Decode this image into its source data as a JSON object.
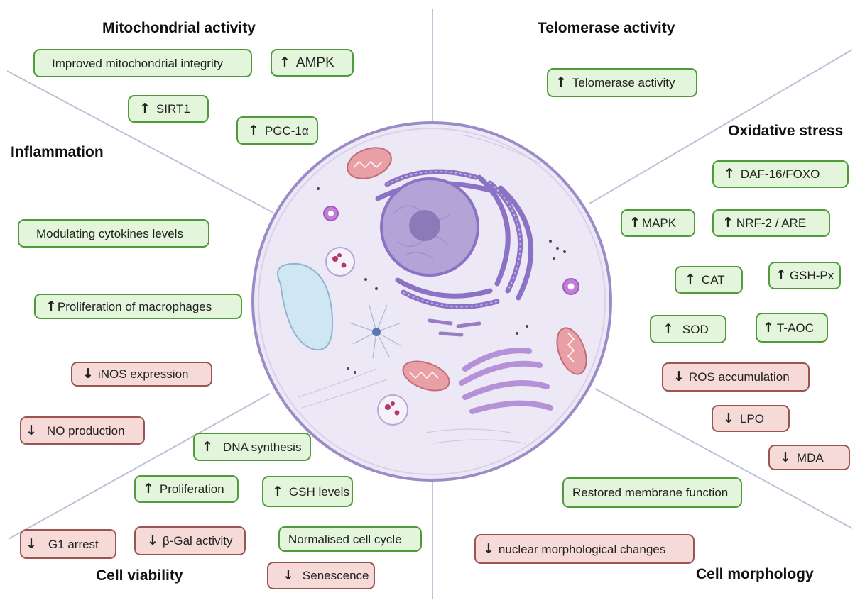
{
  "colors": {
    "positive_fill": "#e3f5da",
    "positive_border": "#4f9a3b",
    "negative_fill": "#f5dad8",
    "negative_border": "#9b5450",
    "cell_fill": "#ece8f5",
    "cell_border": "#9b8cc8",
    "divider": "#b9c4d8"
  },
  "icons": {
    "up": "up-arrow-icon",
    "down": "down-arrow-icon",
    "center": "cell-illustration"
  },
  "headings": {
    "mitochondrial": "Mitochondrial activity",
    "telomerase": "Telomerase activity",
    "inflammation": "Inflammation",
    "oxidative": "Oxidative stress",
    "viability": "Cell viability",
    "morphology": "Cell morphology"
  },
  "boxes": {
    "mito_integrity": {
      "arrow": "",
      "label": "Improved  mitochondrial integrity"
    },
    "ampk": {
      "arrow": "↑",
      "label": "AMPK"
    },
    "sirt1": {
      "arrow": "↑",
      "label": "SIRT1"
    },
    "pgc1a": {
      "arrow": "↑",
      "label": "PGC-1α"
    },
    "telomerase_act": {
      "arrow": "↑",
      "label": "Telomerase activity"
    },
    "daf16": {
      "arrow": "↑",
      "label": "DAF-16/FOXO"
    },
    "mapk": {
      "arrow": "↑",
      "label": "MAPK"
    },
    "nrf2": {
      "arrow": "↑",
      "label": "NRF-2 / ARE"
    },
    "cat": {
      "arrow": "↑",
      "label": "CAT"
    },
    "gshpx": {
      "arrow": "↑",
      "label": "GSH-Px"
    },
    "sod": {
      "arrow": "↑",
      "label": "SOD"
    },
    "taoc": {
      "arrow": "↑",
      "label": "T-AOC"
    },
    "ros": {
      "arrow": "↓",
      "label": "ROS accumulation"
    },
    "lpo": {
      "arrow": "↓",
      "label": "LPO"
    },
    "mda": {
      "arrow": "↓",
      "label": "MDA"
    },
    "cytokines": {
      "arrow": "",
      "label": "Modulating cytokines levels"
    },
    "macrophages": {
      "arrow": "↑",
      "label": "Proliferation of macrophages"
    },
    "inos": {
      "arrow": "↓",
      "label": "iNOS expression"
    },
    "no_prod": {
      "arrow": "↓",
      "label": "NO production"
    },
    "dna_synth": {
      "arrow": "↑",
      "label": "DNA synthesis"
    },
    "prolif": {
      "arrow": "↑",
      "label": "Proliferation"
    },
    "gsh": {
      "arrow": "↑",
      "label": "GSH levels"
    },
    "g1": {
      "arrow": "↓",
      "label": "G1 arrest"
    },
    "bgal": {
      "arrow": "↓",
      "label": "β-Gal activity"
    },
    "cell_cycle": {
      "arrow": "",
      "label": "Normalised cell cycle"
    },
    "senescence": {
      "arrow": "↓",
      "label": "Senescence"
    },
    "membrane": {
      "arrow": "",
      "label": "Restored membrane function"
    },
    "nuclear": {
      "arrow": "↓",
      "label": "nuclear morphological changes"
    }
  }
}
